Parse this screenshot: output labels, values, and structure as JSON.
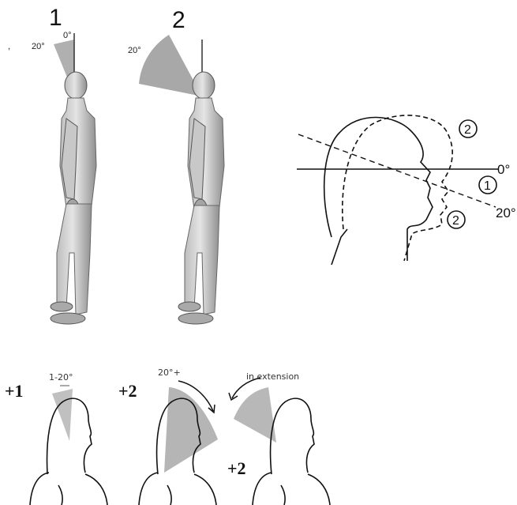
{
  "figure_top": {
    "label_1": "1",
    "label_2": "2",
    "angle_1_top": "0°",
    "angle_1_side": "20°",
    "angle_2_side": "20°"
  },
  "head_diagram": {
    "circle_top": "2",
    "circle_mid": "1",
    "circle_bottom": "2",
    "angle_0": "0°",
    "angle_20": "20°"
  },
  "figure_bottom": {
    "score_1": "+1",
    "range_1": "1-20°",
    "score_2": "+2",
    "range_2": "20°+",
    "extension_label": "in extension",
    "score_3": "+2"
  }
}
